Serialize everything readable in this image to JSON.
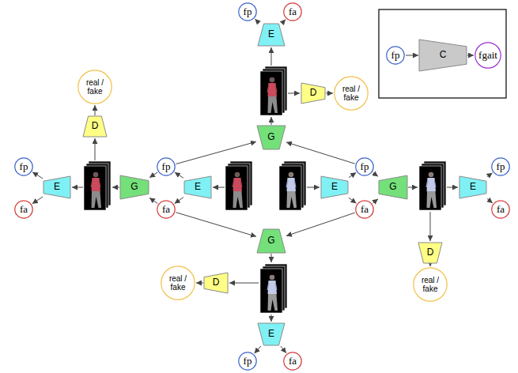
{
  "diagram": {
    "nodes": [
      {
        "text": [
          "fp"
        ]
      },
      {
        "text": [
          "fa"
        ]
      },
      {
        "text": [
          "E"
        ]
      },
      {
        "text": [
          "real / fake"
        ]
      },
      {
        "text": [
          "D"
        ]
      },
      {
        "text": [
          "real / fake"
        ]
      },
      {
        "text": [
          "D"
        ]
      },
      {
        "text": [
          "G"
        ]
      },
      {
        "text": [
          "fp"
        ]
      },
      {
        "text": [
          "fp"
        ]
      },
      {
        "text": [
          "fp"
        ]
      },
      {
        "text": [
          "fp"
        ]
      },
      {
        "text": [
          "E"
        ]
      },
      {
        "text": [
          "G"
        ]
      },
      {
        "text": [
          "E"
        ]
      },
      {
        "text": [
          "E"
        ]
      },
      {
        "text": [
          "G"
        ]
      },
      {
        "text": [
          "E"
        ]
      },
      {
        "text": [
          "fa"
        ]
      },
      {
        "text": [
          "fa"
        ]
      },
      {
        "text": [
          "fa"
        ]
      },
      {
        "text": [
          "fa"
        ]
      },
      {
        "text": [
          "G"
        ]
      },
      {
        "text": [
          "D"
        ]
      },
      {
        "text": [
          "real / fake"
        ]
      },
      {
        "text": [
          "D"
        ]
      },
      {
        "text": [
          "real / fake"
        ]
      },
      {
        "text": [
          "E"
        ]
      },
      {
        "text": [
          "fp"
        ]
      },
      {
        "text": [
          "fa"
        ]
      },
      {
        "text": [
          "fp"
        ]
      },
      {
        "text": [
          "C"
        ]
      },
      {
        "text": [
          "fgait"
        ]
      }
    ],
    "edges": [
      {
        "from": 2,
        "to": 0,
        "arrow": "to"
      },
      {
        "from": 2,
        "to": 1,
        "arrow": "to"
      },
      {
        "from": 4,
        "to": 5,
        "arrow": "to"
      },
      {
        "from": 6,
        "to": 3,
        "arrow": "to"
      },
      {
        "from": 9,
        "to": 7,
        "arrow": "to"
      },
      {
        "from": 10,
        "to": 7,
        "arrow": "to"
      },
      {
        "from": 12,
        "to": 8,
        "arrow": "to"
      },
      {
        "from": 12,
        "to": 18,
        "arrow": "to"
      },
      {
        "from": 9,
        "to": 13,
        "arrow": "to"
      },
      {
        "from": 19,
        "to": 13,
        "arrow": "to"
      },
      {
        "from": 14,
        "to": 9,
        "arrow": "to"
      },
      {
        "from": 14,
        "to": 19,
        "arrow": "to"
      },
      {
        "from": 15,
        "to": 10,
        "arrow": "to"
      },
      {
        "from": 15,
        "to": 20,
        "arrow": "to"
      },
      {
        "from": 10,
        "to": 16,
        "arrow": "to"
      },
      {
        "from": 20,
        "to": 16,
        "arrow": "to"
      },
      {
        "from": 17,
        "to": 11,
        "arrow": "to"
      },
      {
        "from": 17,
        "to": 21,
        "arrow": "to"
      },
      {
        "from": 19,
        "to": 22,
        "arrow": "to"
      },
      {
        "from": 20,
        "to": 22,
        "arrow": "to"
      },
      {
        "from": 23,
        "to": 26,
        "arrow": "to"
      },
      {
        "from": 25,
        "to": 24,
        "arrow": "to"
      },
      {
        "from": 27,
        "to": 28,
        "arrow": "to"
      },
      {
        "from": 27,
        "to": 29,
        "arrow": "to"
      },
      {
        "from": 30,
        "to": 31,
        "arrow": "to"
      },
      {
        "from": 31,
        "to": 32,
        "arrow": "to"
      }
    ]
  }
}
